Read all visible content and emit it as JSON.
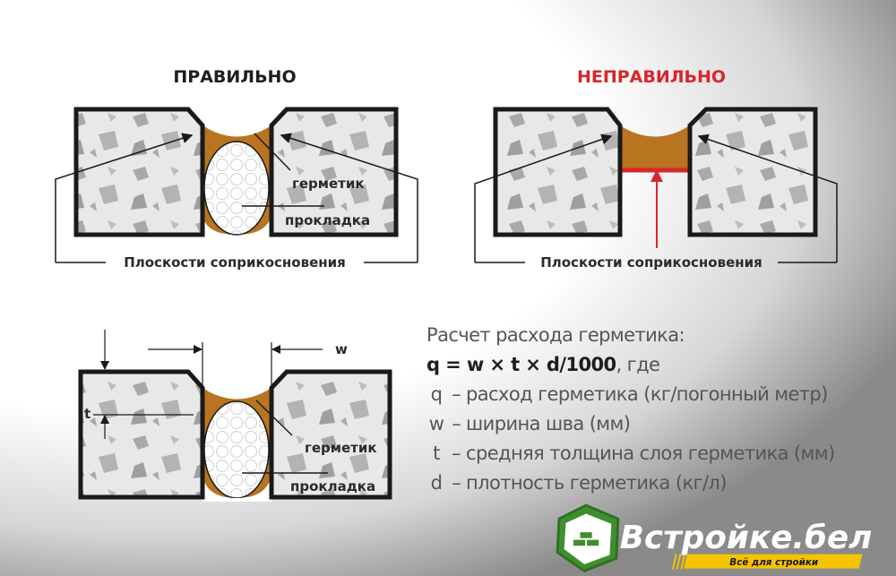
{
  "titles": {
    "correct": "ПРАВИЛЬНО",
    "incorrect": "НЕПРАВИЛЬНО"
  },
  "labels": {
    "sealant": "герметик",
    "backer": "прокладка",
    "contact_planes": "Плоскости соприкосновения",
    "w": "w",
    "t": "t"
  },
  "formula": {
    "heading": "Расчет расхода герметика:",
    "expression": "q = w × t × d/1000",
    "suffix": ", где",
    "legend": [
      {
        "sym": "q",
        "text": "– расход герметика (кг/погонный метр)"
      },
      {
        "sym": "w",
        "text": "– ширина шва (мм)"
      },
      {
        "sym": "t",
        "text": "– средняя толщина слоя герметика (мм)"
      },
      {
        "sym": "d",
        "text": "– плотность герметика (кг/л)"
      }
    ]
  },
  "logo": {
    "name": "Встройке.бел",
    "tagline": "Всё для стройки"
  },
  "colors": {
    "sealant": "#b9741f",
    "error": "#d8262b",
    "outline": "#1a1a1a",
    "logo_green": "#3f8f2f",
    "logo_yellow": "#f5c400"
  }
}
